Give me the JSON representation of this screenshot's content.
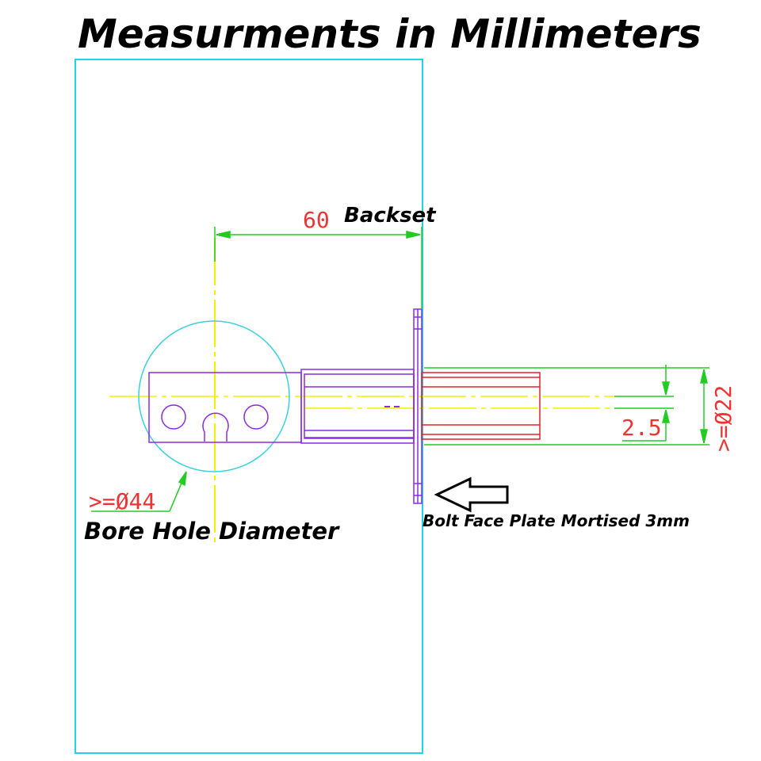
{
  "title": "Measurments in Millimeters",
  "dimensions": {
    "backset_value": "60",
    "backset_label": "Backset",
    "bore_value": ">=Ø44",
    "bore_label": "Bore Hole Diameter",
    "latch_value": ">=Ø22",
    "offset_value": "2.5",
    "faceplate_label": "Bolt Face Plate Mortised 3mm"
  },
  "colors": {
    "door_outline": "#22d3e6",
    "bore_circle": "#3ad0e0",
    "latch_body": "#8a2be2",
    "bolt": "#e6202a",
    "dimension_line": "#22cc22",
    "center_line": "#f2f200",
    "dimension_text": "#ee3333",
    "label_text": "#000000"
  }
}
